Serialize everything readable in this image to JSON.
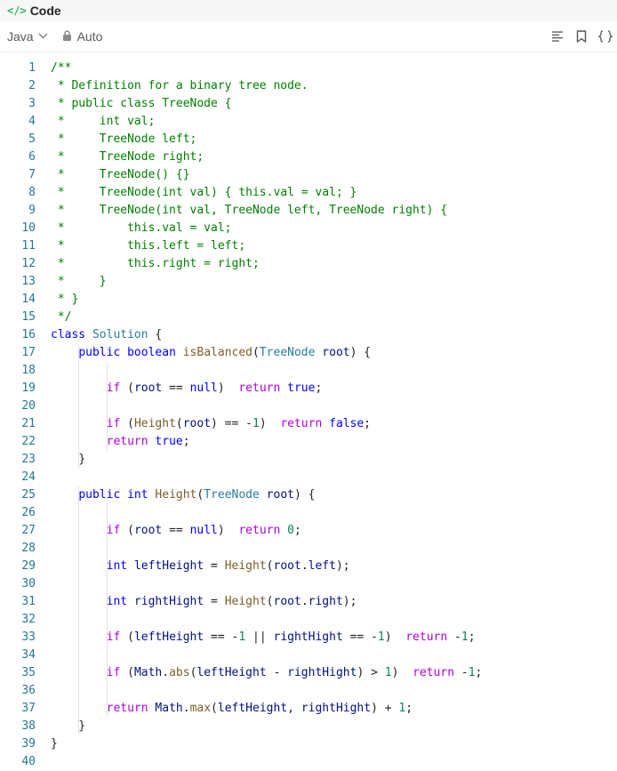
{
  "title": "Code",
  "toolbar": {
    "language": "Java",
    "mode": "Auto"
  },
  "icons": {
    "title": "code-icon",
    "lock": "lock-icon",
    "format": "format-icon",
    "bookmark": "bookmark-icon",
    "braces": "braces-icon"
  },
  "colors": {
    "comment": "#008000",
    "keyword": "#0000ff",
    "control": "#af00db",
    "type": "#267f99",
    "function": "#795e26",
    "variable": "#001080",
    "number": "#098658",
    "line_number": "#237893"
  },
  "code_lines": [
    [
      [
        "/**",
        "cm"
      ]
    ],
    [
      [
        " * Definition for a binary tree node.",
        "cm"
      ]
    ],
    [
      [
        " * public class TreeNode {",
        "cm"
      ]
    ],
    [
      [
        " *     int val;",
        "cm"
      ]
    ],
    [
      [
        " *     TreeNode left;",
        "cm"
      ]
    ],
    [
      [
        " *     TreeNode right;",
        "cm"
      ]
    ],
    [
      [
        " *     TreeNode() {}",
        "cm"
      ]
    ],
    [
      [
        " *     TreeNode(int val) { this.val = val; }",
        "cm"
      ]
    ],
    [
      [
        " *     TreeNode(int val, TreeNode left, TreeNode right) {",
        "cm"
      ]
    ],
    [
      [
        " *         this.val = val;",
        "cm"
      ]
    ],
    [
      [
        " *         this.left = left;",
        "cm"
      ]
    ],
    [
      [
        " *         this.right = right;",
        "cm"
      ]
    ],
    [
      [
        " *     }",
        "cm"
      ]
    ],
    [
      [
        " * }",
        "cm"
      ]
    ],
    [
      [
        " */",
        "cm"
      ]
    ],
    [
      [
        "class",
        "kw"
      ],
      [
        " ",
        "pl"
      ],
      [
        "Solution",
        "ty"
      ],
      [
        " {",
        "pl"
      ]
    ],
    [
      [
        "    ",
        "pl"
      ],
      [
        "public",
        "kw"
      ],
      [
        " ",
        "pl"
      ],
      [
        "boolean",
        "kw"
      ],
      [
        " ",
        "pl"
      ],
      [
        "isBalanced",
        "fn"
      ],
      [
        "(",
        "pl"
      ],
      [
        "TreeNode",
        "ty"
      ],
      [
        " ",
        "pl"
      ],
      [
        "root",
        "var"
      ],
      [
        ") {",
        "pl"
      ]
    ],
    [],
    [
      [
        "        ",
        "pl"
      ],
      [
        "if",
        "ctl"
      ],
      [
        " (",
        "pl"
      ],
      [
        "root",
        "var"
      ],
      [
        " == ",
        "pl"
      ],
      [
        "null",
        "kw"
      ],
      [
        ")  ",
        "pl"
      ],
      [
        "return",
        "ctl"
      ],
      [
        " ",
        "pl"
      ],
      [
        "true",
        "kw"
      ],
      [
        ";",
        "pl"
      ]
    ],
    [],
    [
      [
        "        ",
        "pl"
      ],
      [
        "if",
        "ctl"
      ],
      [
        " (",
        "pl"
      ],
      [
        "Height",
        "fn"
      ],
      [
        "(",
        "pl"
      ],
      [
        "root",
        "var"
      ],
      [
        ") == -",
        "pl"
      ],
      [
        "1",
        "num"
      ],
      [
        ")  ",
        "pl"
      ],
      [
        "return",
        "ctl"
      ],
      [
        " ",
        "pl"
      ],
      [
        "false",
        "kw"
      ],
      [
        ";",
        "pl"
      ]
    ],
    [
      [
        "        ",
        "pl"
      ],
      [
        "return",
        "ctl"
      ],
      [
        " ",
        "pl"
      ],
      [
        "true",
        "kw"
      ],
      [
        ";",
        "pl"
      ]
    ],
    [
      [
        "    }",
        "pl"
      ]
    ],
    [],
    [
      [
        "    ",
        "pl"
      ],
      [
        "public",
        "kw"
      ],
      [
        " ",
        "pl"
      ],
      [
        "int",
        "kw"
      ],
      [
        " ",
        "pl"
      ],
      [
        "Height",
        "fn"
      ],
      [
        "(",
        "pl"
      ],
      [
        "TreeNode",
        "ty"
      ],
      [
        " ",
        "pl"
      ],
      [
        "root",
        "var"
      ],
      [
        ") {",
        "pl"
      ]
    ],
    [],
    [
      [
        "        ",
        "pl"
      ],
      [
        "if",
        "ctl"
      ],
      [
        " (",
        "pl"
      ],
      [
        "root",
        "var"
      ],
      [
        " == ",
        "pl"
      ],
      [
        "null",
        "kw"
      ],
      [
        ")  ",
        "pl"
      ],
      [
        "return",
        "ctl"
      ],
      [
        " ",
        "pl"
      ],
      [
        "0",
        "num"
      ],
      [
        ";",
        "pl"
      ]
    ],
    [],
    [
      [
        "        ",
        "pl"
      ],
      [
        "int",
        "kw"
      ],
      [
        " ",
        "pl"
      ],
      [
        "leftHeight",
        "var"
      ],
      [
        " = ",
        "pl"
      ],
      [
        "Height",
        "fn"
      ],
      [
        "(",
        "pl"
      ],
      [
        "root",
        "var"
      ],
      [
        ".",
        "pl"
      ],
      [
        "left",
        "var"
      ],
      [
        ");",
        "pl"
      ]
    ],
    [],
    [
      [
        "        ",
        "pl"
      ],
      [
        "int",
        "kw"
      ],
      [
        " ",
        "pl"
      ],
      [
        "rightHight",
        "var"
      ],
      [
        " = ",
        "pl"
      ],
      [
        "Height",
        "fn"
      ],
      [
        "(",
        "pl"
      ],
      [
        "root",
        "var"
      ],
      [
        ".",
        "pl"
      ],
      [
        "right",
        "var"
      ],
      [
        ");",
        "pl"
      ]
    ],
    [],
    [
      [
        "        ",
        "pl"
      ],
      [
        "if",
        "ctl"
      ],
      [
        " (",
        "pl"
      ],
      [
        "leftHeight",
        "var"
      ],
      [
        " == -",
        "pl"
      ],
      [
        "1",
        "num"
      ],
      [
        " || ",
        "pl"
      ],
      [
        "rightHight",
        "var"
      ],
      [
        " == -",
        "pl"
      ],
      [
        "1",
        "num"
      ],
      [
        ")  ",
        "pl"
      ],
      [
        "return",
        "ctl"
      ],
      [
        " -",
        "pl"
      ],
      [
        "1",
        "num"
      ],
      [
        ";",
        "pl"
      ]
    ],
    [],
    [
      [
        "        ",
        "pl"
      ],
      [
        "if",
        "ctl"
      ],
      [
        " (",
        "pl"
      ],
      [
        "Math",
        "var"
      ],
      [
        ".",
        "pl"
      ],
      [
        "abs",
        "fn"
      ],
      [
        "(",
        "pl"
      ],
      [
        "leftHeight",
        "var"
      ],
      [
        " - ",
        "pl"
      ],
      [
        "rightHight",
        "var"
      ],
      [
        ") > ",
        "pl"
      ],
      [
        "1",
        "num"
      ],
      [
        ")  ",
        "pl"
      ],
      [
        "return",
        "ctl"
      ],
      [
        " -",
        "pl"
      ],
      [
        "1",
        "num"
      ],
      [
        ";",
        "pl"
      ]
    ],
    [],
    [
      [
        "        ",
        "pl"
      ],
      [
        "return",
        "ctl"
      ],
      [
        " ",
        "pl"
      ],
      [
        "Math",
        "var"
      ],
      [
        ".",
        "pl"
      ],
      [
        "max",
        "fn"
      ],
      [
        "(",
        "pl"
      ],
      [
        "leftHeight",
        "var"
      ],
      [
        ", ",
        "pl"
      ],
      [
        "rightHight",
        "var"
      ],
      [
        ") + ",
        "pl"
      ],
      [
        "1",
        "num"
      ],
      [
        ";",
        "pl"
      ]
    ],
    [
      [
        "    }",
        "pl"
      ]
    ],
    [
      [
        "}",
        "pl"
      ]
    ],
    []
  ]
}
